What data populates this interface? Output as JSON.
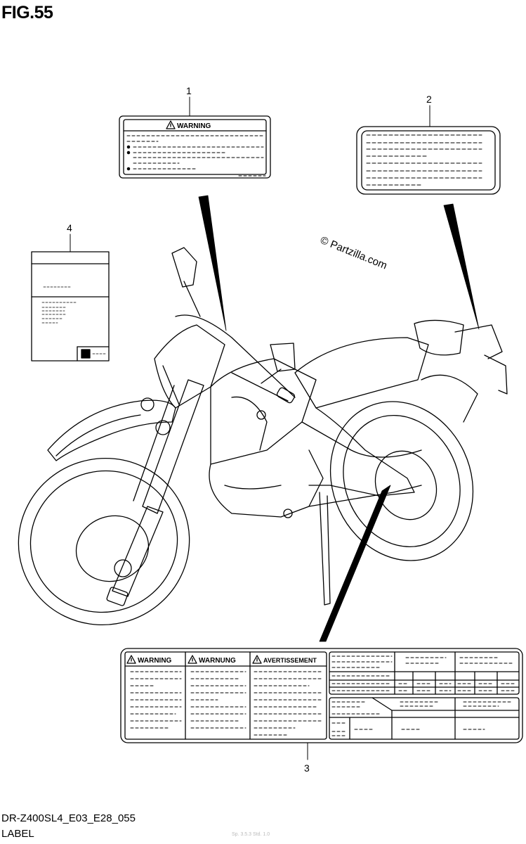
{
  "figure": {
    "title": "FIG.55",
    "model_code": "DR-Z400SL4_E03_E28_055",
    "section": "LABEL",
    "copyright": "© Partzilla.com",
    "footer_watermark": "Sp. 3.5.3 Std. 1.0"
  },
  "callouts": [
    {
      "id": "1"
    },
    {
      "id": "2"
    },
    {
      "id": "3"
    },
    {
      "id": "4"
    }
  ],
  "labels": {
    "warning_label": {
      "heading": "WARNING"
    },
    "combined_label": {
      "headings": [
        "WARNING",
        "WARNUNG",
        "AVERTISSEMENT"
      ]
    }
  },
  "icons": {
    "warning": "warning-triangle-icon",
    "manufacturer_mark": "brand-logo-icon"
  }
}
